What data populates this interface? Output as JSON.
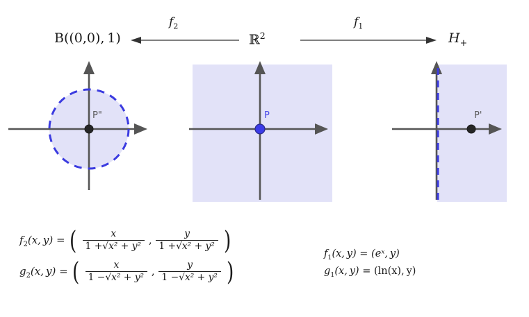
{
  "diagram": {
    "title_row": {
      "left_set": {
        "name": "B((0,0),1)",
        "base": "B((0,0), 1)"
      },
      "middle_set": {
        "name": "R^2",
        "base": "ℝ",
        "exponent": "2"
      },
      "right_set": {
        "name": "H_+",
        "base": "H",
        "subscript": "+"
      }
    },
    "arrows": [
      {
        "id": "arrow-f2",
        "label": "f",
        "label_sub": "2",
        "direction": "left",
        "from": "R^2",
        "to": "B((0,0),1)"
      },
      {
        "id": "arrow-f1",
        "label": "f",
        "label_sub": "1",
        "direction": "right",
        "from": "R^2",
        "to": "H_+"
      }
    ],
    "panels": [
      {
        "id": "panel-ball",
        "set": "B((0,0),1)",
        "point_label": "P\"",
        "point_color": "#262626",
        "region_shape": "circle",
        "region_fill": "#e2e2f8",
        "region_stroke": "#3b3be0",
        "region_stroke_style": "dashed"
      },
      {
        "id": "panel-plane",
        "set": "R^2",
        "point_label": "P",
        "point_color": "#3b3be8",
        "region_shape": "square",
        "region_fill": "#e2e2f8",
        "region_stroke": "none",
        "region_stroke_style": "none"
      },
      {
        "id": "panel-halfplane",
        "set": "H_+",
        "point_label": "P'",
        "point_color": "#262626",
        "region_shape": "half-plane-right",
        "region_fill": "#e2e2f8",
        "region_stroke": "#3b3be0",
        "region_stroke_style": "dashed"
      }
    ],
    "formulas": {
      "left": [
        {
          "id": "formula-f2",
          "fn": "f",
          "fn_sub": "2",
          "args": "(x, y)",
          "eq": "=",
          "components": [
            {
              "num": "x",
              "den_prefix": "1 +",
              "den_radicand": "x² + y²"
            },
            {
              "num": "y",
              "den_prefix": "1 +",
              "den_radicand": "x² + y²"
            }
          ]
        },
        {
          "id": "formula-g2",
          "fn": "g",
          "fn_sub": "2",
          "args": "(x, y)",
          "eq": "=",
          "components": [
            {
              "num": "x",
              "den_prefix": "1 −",
              "den_radicand": "x² + y²"
            },
            {
              "num": "y",
              "den_prefix": "1 −",
              "den_radicand": "x² + y²"
            }
          ]
        }
      ],
      "right": [
        {
          "id": "formula-f1",
          "fn": "f",
          "fn_sub": "1",
          "args": "(x, y)",
          "eq": "=",
          "rhs": "(eˣ, y)",
          "rhs_plain": "(e^x, y)"
        },
        {
          "id": "formula-g1",
          "fn": "g",
          "fn_sub": "1",
          "args": "(x, y)",
          "eq": "=",
          "rhs": "(ln(x), y)",
          "rhs_plain": "(ln(x), y)"
        }
      ]
    },
    "colors": {
      "region_fill": "#e2e2f8",
      "accent_blue": "#3b3be0",
      "axis": "#555555",
      "text": "#1a1a1a"
    }
  }
}
